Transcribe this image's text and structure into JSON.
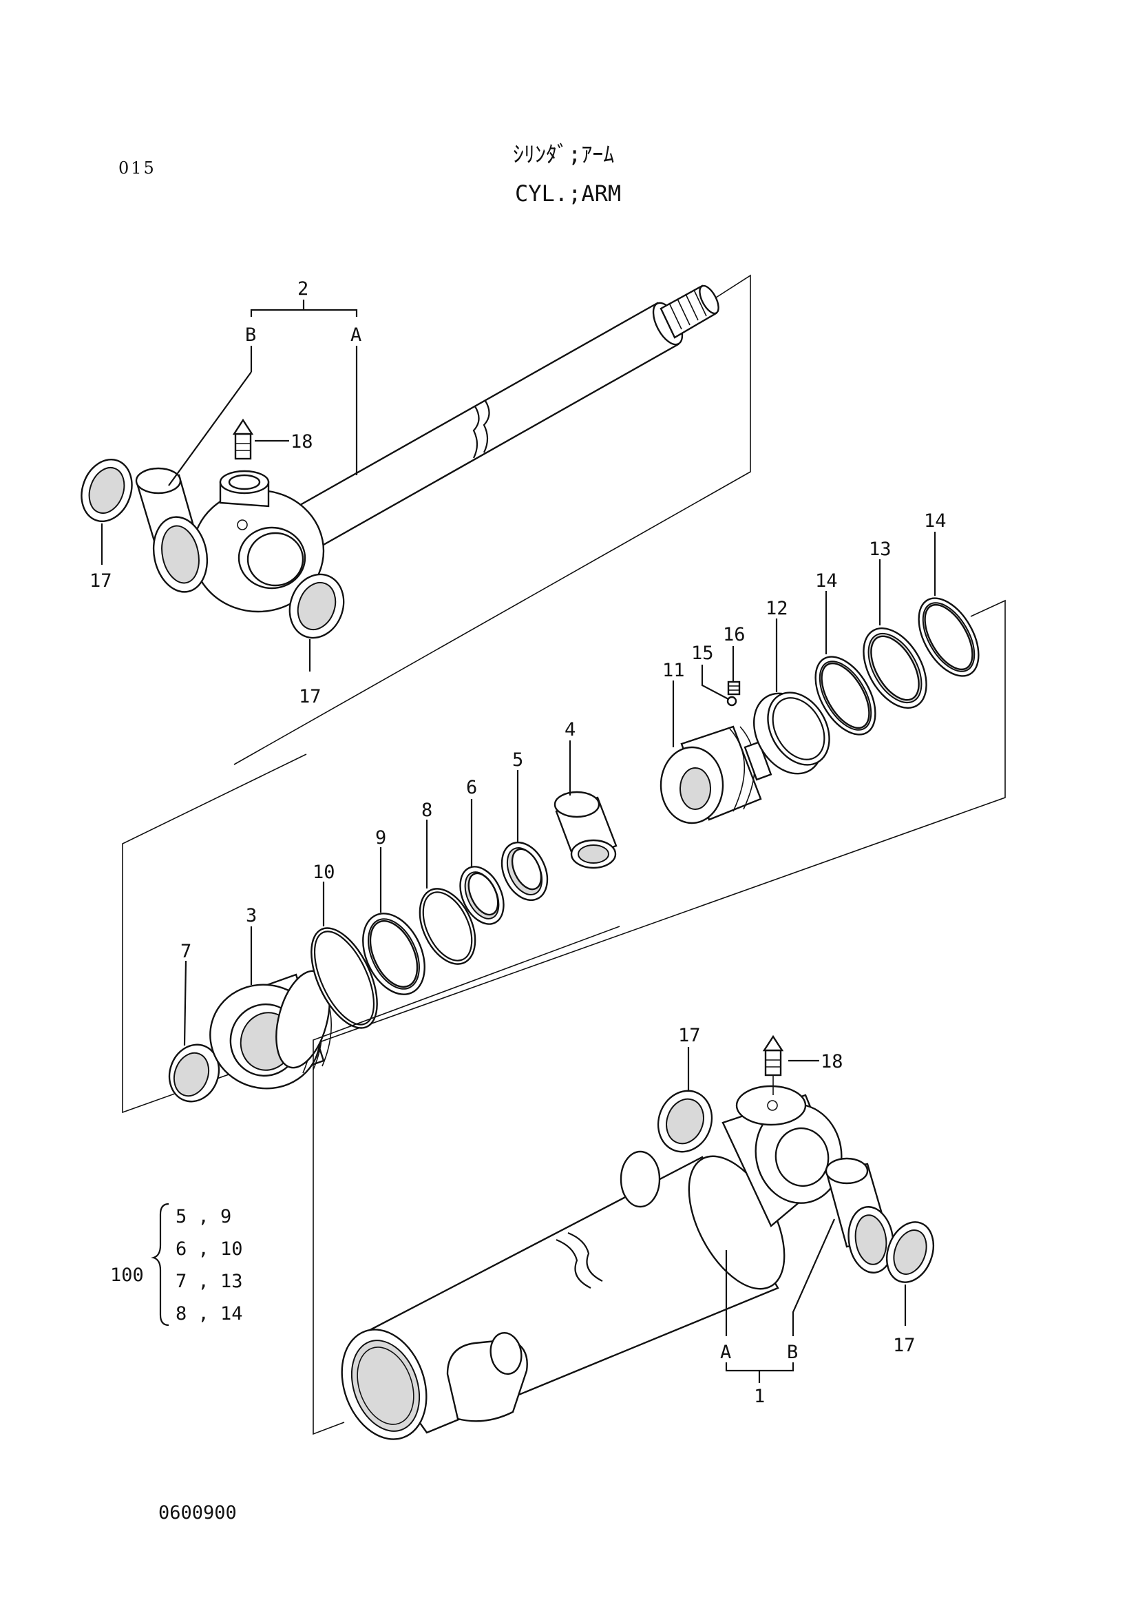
{
  "page_number": "015",
  "title_jp": "ｼﾘﾝﾀﾞ;ｱｰﾑ",
  "title_en": "CYL.;ARM",
  "drawing_number": "0600900",
  "callouts": {
    "c1": "1",
    "c2": "2",
    "c3": "3",
    "c4": "4",
    "c5": "5",
    "c6": "6",
    "c7": "7",
    "c8": "8",
    "c9": "9",
    "c10": "10",
    "c11": "11",
    "c12": "12",
    "c13": "13",
    "c14a": "14",
    "c14b": "14",
    "c15": "15",
    "c16": "16",
    "c17a": "17",
    "c17b": "17",
    "c17c": "17",
    "c17d": "17",
    "c18a": "18",
    "c18b": "18",
    "a_top": "A",
    "b_top": "B",
    "a_bot": "A",
    "b_bot": "B"
  },
  "kit": {
    "number": "100",
    "rows": [
      "5 , 9",
      "6 , 10",
      "7 , 13",
      "8 , 14"
    ]
  }
}
